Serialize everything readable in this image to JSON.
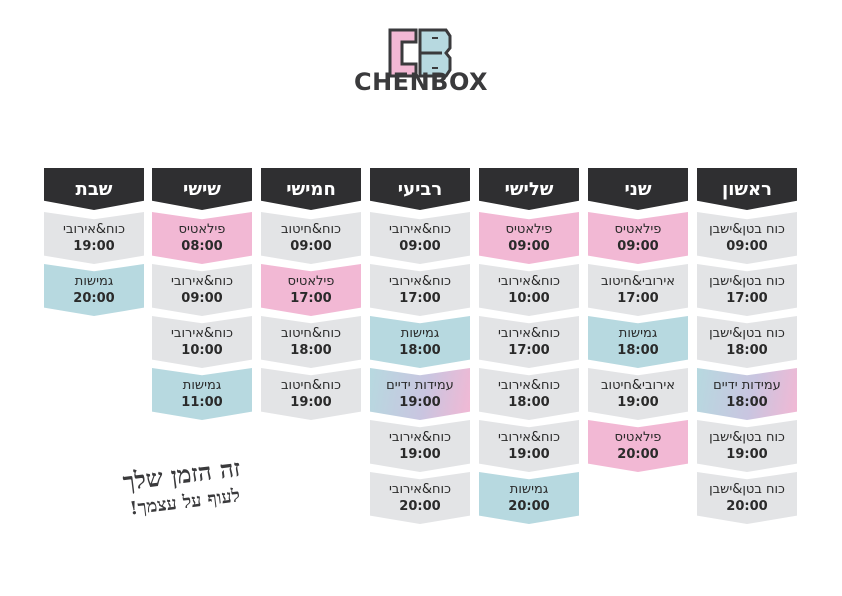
{
  "brand": {
    "name": "CHENBOX",
    "logo_mark": "CB",
    "colors": {
      "pink": "#f2b8d4",
      "blue": "#b7d9e0",
      "dark": "#2f2f31"
    }
  },
  "days": [
    {
      "name": "ראשון",
      "slots": [
        {
          "class": "כוח בטן&ישבן",
          "time": "09:00",
          "type": "strength"
        },
        {
          "class": "כוח בטן&ישבן",
          "time": "17:00",
          "type": "strength"
        },
        {
          "class": "כוח בטן&ישבן",
          "time": "18:00",
          "type": "strength"
        },
        {
          "class": "עמידות ידיים",
          "time": "18:00",
          "type": "hand"
        },
        {
          "class": "כוח בטן&ישבן",
          "time": "19:00",
          "type": "strength"
        },
        {
          "class": "כוח בטן&ישבן",
          "time": "20:00",
          "type": "strength"
        }
      ]
    },
    {
      "name": "שני",
      "slots": [
        {
          "class": "פילאטיס",
          "time": "09:00",
          "type": "pilates"
        },
        {
          "class": "אירובי&חיטוב",
          "time": "17:00",
          "type": "strength"
        },
        {
          "class": "גמישות",
          "time": "18:00",
          "type": "flex"
        },
        {
          "class": "אירובי&חיטוב",
          "time": "19:00",
          "type": "strength"
        },
        {
          "class": "פילאטיס",
          "time": "20:00",
          "type": "pilates"
        }
      ]
    },
    {
      "name": "שלישי",
      "slots": [
        {
          "class": "פילאטיס",
          "time": "09:00",
          "type": "pilates"
        },
        {
          "class": "כוח&אירובי",
          "time": "10:00",
          "type": "strength"
        },
        {
          "class": "כוח&אירובי",
          "time": "17:00",
          "type": "strength"
        },
        {
          "class": "כוח&אירובי",
          "time": "18:00",
          "type": "strength"
        },
        {
          "class": "כוח&אירובי",
          "time": "19:00",
          "type": "strength"
        },
        {
          "class": "גמישות",
          "time": "20:00",
          "type": "flex"
        }
      ]
    },
    {
      "name": "רביעי",
      "slots": [
        {
          "class": "כוח&אירובי",
          "time": "09:00",
          "type": "strength"
        },
        {
          "class": "כוח&אירובי",
          "time": "17:00",
          "type": "strength"
        },
        {
          "class": "גמישות",
          "time": "18:00",
          "type": "flex"
        },
        {
          "class": "עמידות ידיים",
          "time": "19:00",
          "type": "hand"
        },
        {
          "class": "כוח&אירובי",
          "time": "19:00",
          "type": "strength"
        },
        {
          "class": "כוח&אירובי",
          "time": "20:00",
          "type": "strength"
        }
      ]
    },
    {
      "name": "חמישי",
      "slots": [
        {
          "class": "כוח&חיטוב",
          "time": "09:00",
          "type": "strength"
        },
        {
          "class": "פילאטיס",
          "time": "17:00",
          "type": "pilates"
        },
        {
          "class": "כוח&חיטוב",
          "time": "18:00",
          "type": "strength"
        },
        {
          "class": "כוח&חיטוב",
          "time": "19:00",
          "type": "strength"
        }
      ]
    },
    {
      "name": "שישי",
      "slots": [
        {
          "class": "פילאטיס",
          "time": "08:00",
          "type": "pilates"
        },
        {
          "class": "כוח&אירובי",
          "time": "09:00",
          "type": "strength"
        },
        {
          "class": "כוח&אירובי",
          "time": "10:00",
          "type": "strength"
        },
        {
          "class": "גמישות",
          "time": "11:00",
          "type": "flex"
        }
      ]
    },
    {
      "name": "שבת",
      "slots": [
        {
          "class": "כוח&אירובי",
          "time": "19:00",
          "type": "strength"
        },
        {
          "class": "גמישות",
          "time": "20:00",
          "type": "flex"
        }
      ]
    }
  ],
  "slogan": {
    "line1": "זה הזמן שלך",
    "line2": "לעוף על עצמך!"
  }
}
